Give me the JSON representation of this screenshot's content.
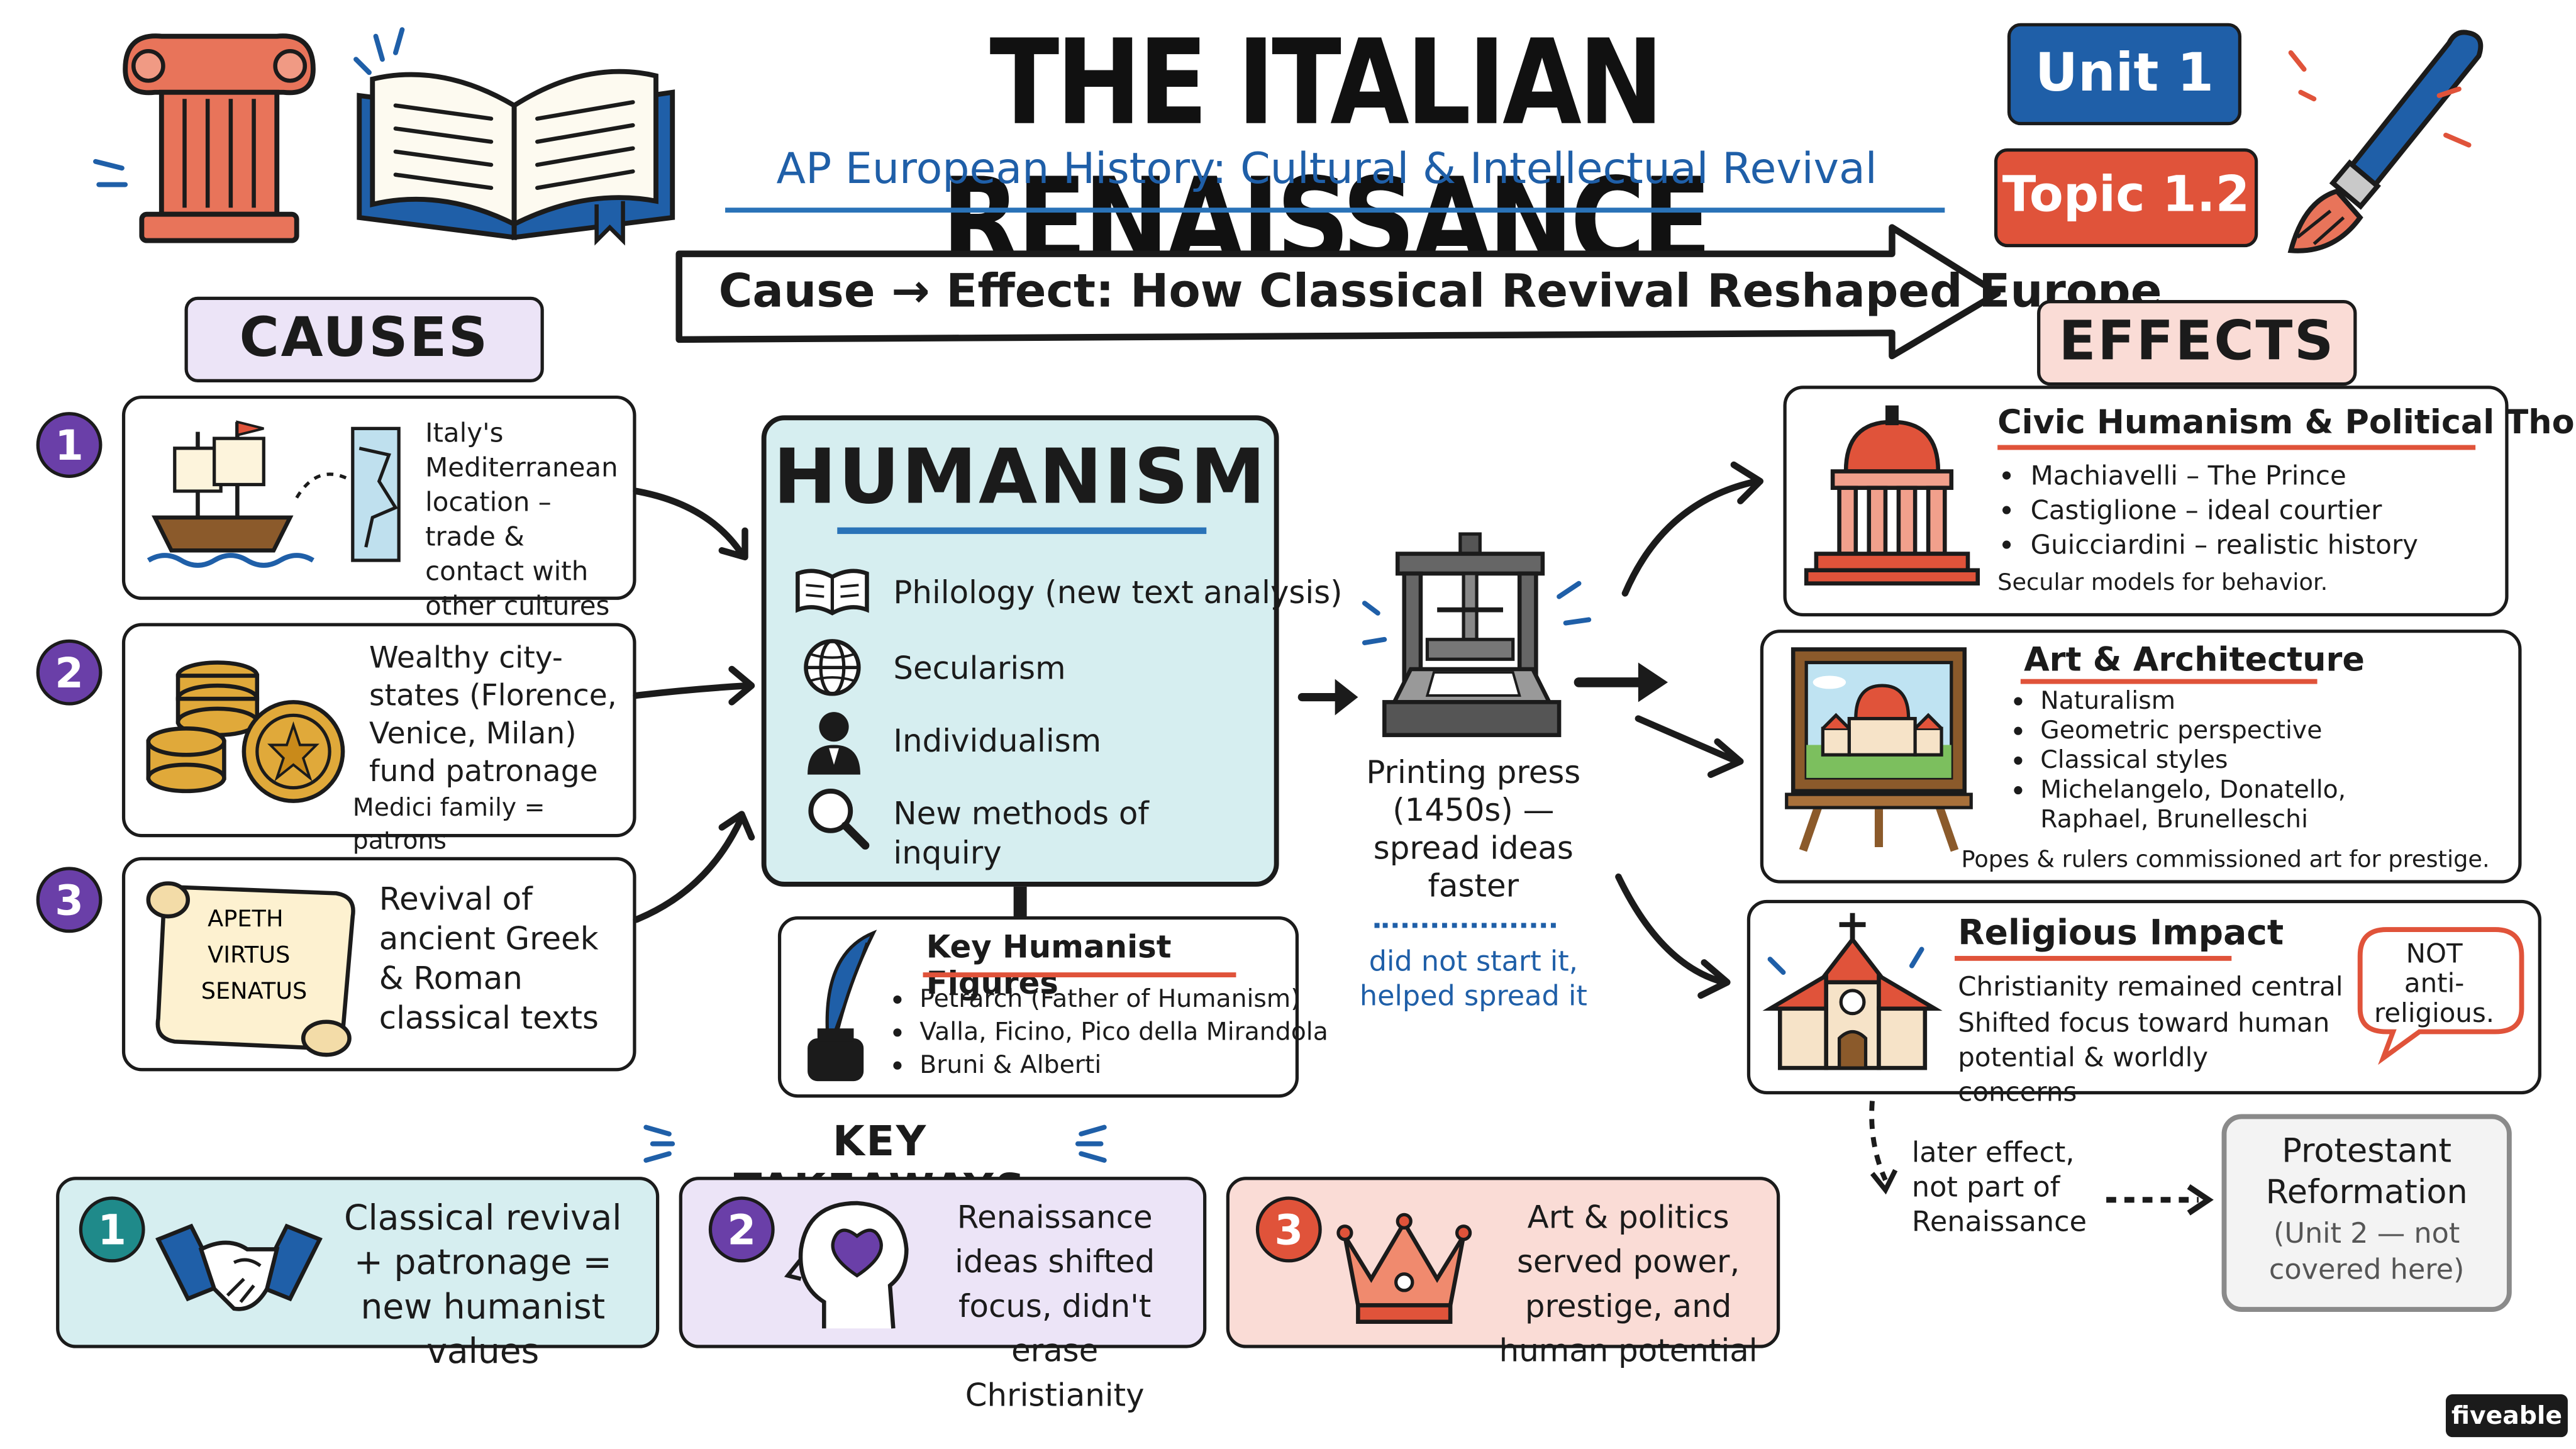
{
  "header": {
    "title": "THE ITALIAN RENAISSANCE",
    "subtitle": "AP European History: Cultural & Intellectual Revival",
    "unit_badge": "Unit 1",
    "topic_badge": "Topic 1.2",
    "banner": "Cause → Effect: How Classical Revival Reshaped Europe"
  },
  "causes": {
    "heading": "CAUSES",
    "items": [
      {
        "num": "1",
        "text": "Italy's Mediterranean location – trade & contact with other cultures"
      },
      {
        "num": "2",
        "text": "Wealthy city-states (Florence, Venice, Milan) fund patronage",
        "note": "Medici family = patrons"
      },
      {
        "num": "3",
        "text": "Revival of ancient Greek & Roman classical texts",
        "scroll_words": [
          "APETH",
          "VIRTUS",
          "SENATUS"
        ]
      }
    ]
  },
  "humanism": {
    "heading": "HUMANISM",
    "items": [
      {
        "icon": "open-book-icon",
        "label": "Philology (new text analysis)"
      },
      {
        "icon": "globe-icon",
        "label": "Secularism"
      },
      {
        "icon": "person-icon",
        "label": "Individualism"
      },
      {
        "icon": "magnifier-icon",
        "label": "New methods of inquiry"
      }
    ]
  },
  "figures": {
    "heading": "Key Humanist Figures",
    "items": [
      "Petrarch (Father of Humanism)",
      "Valla, Ficino, Pico della Mirandola",
      "Bruni & Alberti"
    ]
  },
  "press": {
    "caption": "Printing press (1450s) — spread ideas faster",
    "note": "did not start it, helped spread it"
  },
  "effects": {
    "heading": "EFFECTS",
    "civic": {
      "heading": "Civic Humanism & Political Thought",
      "items": [
        "Machiavelli – The Prince",
        "Castiglione – ideal courtier",
        "Guicciardini – realistic history"
      ],
      "note": "Secular models for behavior."
    },
    "art": {
      "heading": "Art & Architecture",
      "items": [
        "Naturalism",
        "Geometric perspective",
        "Classical styles",
        "Michelangelo, Donatello, Raphael, Brunelleschi"
      ],
      "note": "Popes & rulers commissioned art for prestige."
    },
    "religion": {
      "heading": "Religious Impact",
      "lines": [
        "Christianity remained central",
        "Shifted focus toward human potential & worldly concerns"
      ],
      "bubble": "NOT anti-religious."
    }
  },
  "later": {
    "note": "later effect, not part of Renaissance",
    "box": "Protestant Reformation",
    "box_sub": "(Unit 2 — not covered here)"
  },
  "takeaways": {
    "heading": "KEY TAKEAWAYS",
    "items": [
      {
        "num": "1",
        "text": "Classical revival + patronage = new humanist values"
      },
      {
        "num": "2",
        "text": "Renaissance ideas shifted focus, didn't erase Christianity"
      },
      {
        "num": "3",
        "text": "Art & politics served power, prestige, and human potential"
      }
    ]
  },
  "brand": "fiveable",
  "colors": {
    "purple": "#6a3fa8",
    "blue": "#1f5fa8",
    "red": "#e0533a",
    "humanism_bg": "#d6eef0",
    "causes_tag_bg": "#ece4f7",
    "effects_tag_bg": "#fadcd6"
  }
}
